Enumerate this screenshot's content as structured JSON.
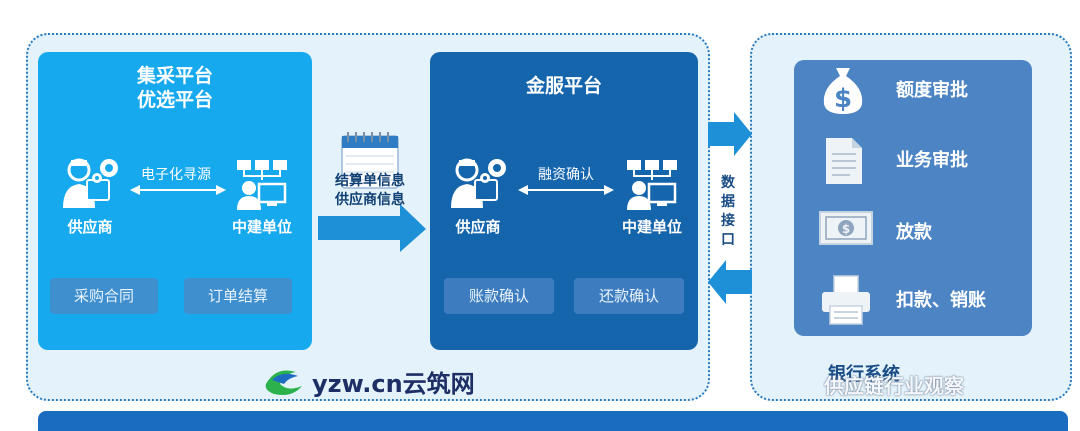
{
  "platform": {
    "title_line1": "集采平台",
    "title_line2": "优选平台",
    "supplier": "供应商",
    "buyer": "中建单位",
    "link": "电子化寻源",
    "chip_left": "采购合同",
    "chip_right": "订单结算"
  },
  "middle_flow": {
    "line1": "结算单信息",
    "line2": "供应商信息"
  },
  "finance": {
    "title": "金服平台",
    "supplier": "供应商",
    "buyer": "中建单位",
    "link": "融资确认",
    "chip_left": "账款确认",
    "chip_right": "还款确认"
  },
  "interface": {
    "label": [
      "数",
      "据",
      "接",
      "口"
    ]
  },
  "bank": {
    "items": [
      {
        "label": "额度审批",
        "icon": "money-bag-icon"
      },
      {
        "label": "业务审批",
        "icon": "document-icon"
      },
      {
        "label": "放款",
        "icon": "banknote-icon"
      },
      {
        "label": "扣款、销账",
        "icon": "printer-icon"
      }
    ],
    "title": "银行系统"
  },
  "brand": {
    "logo_text": "yzw.cn云筑网"
  },
  "watermark": "供应链行业观察",
  "colors": {
    "light_blue": "#17a9ee",
    "dark_blue": "#1565ad",
    "bank_blue": "#4d84c4",
    "accent_arrow": "#1e90d8"
  }
}
